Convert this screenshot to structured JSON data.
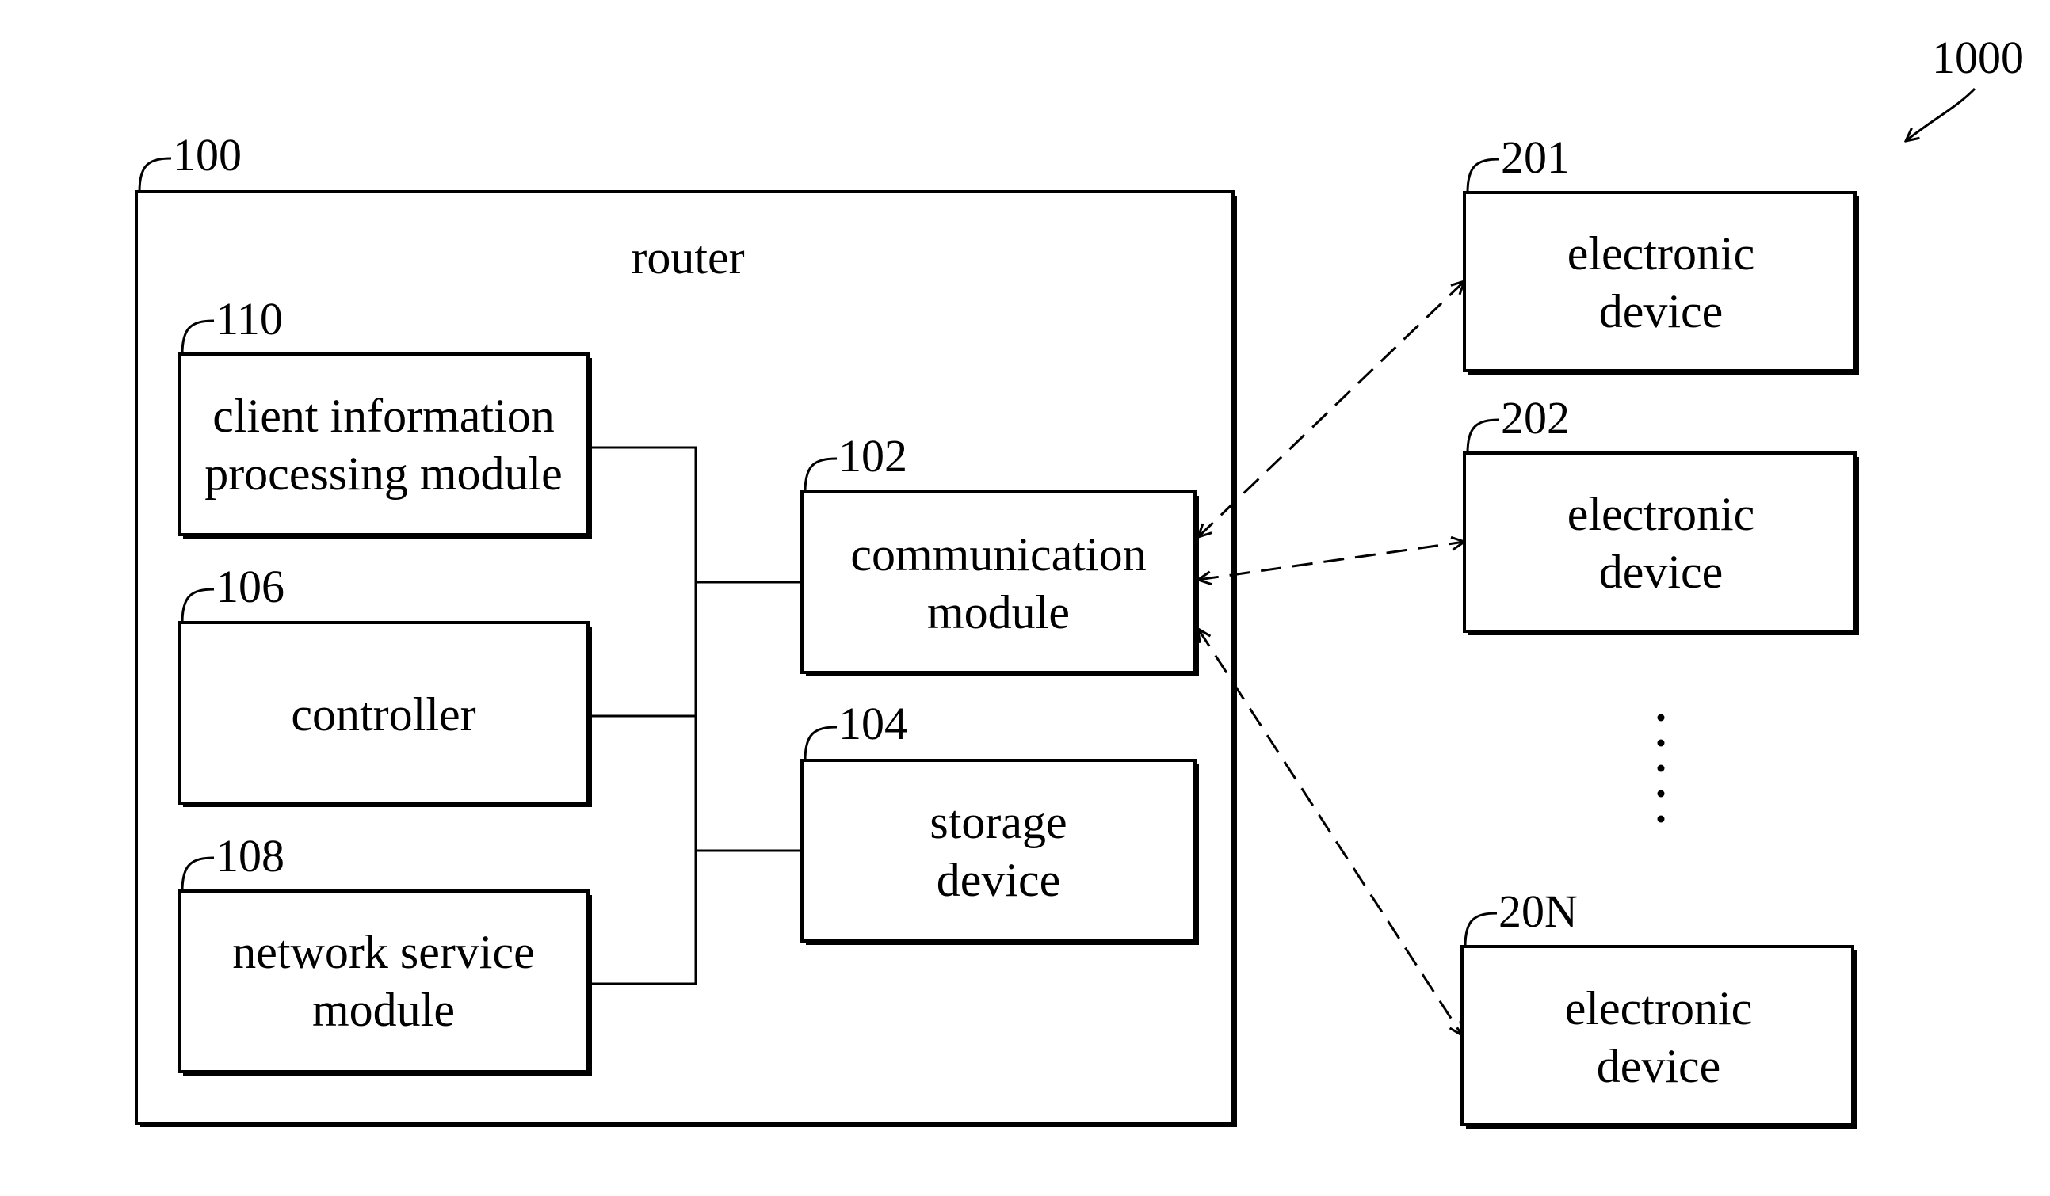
{
  "figure_ref": "1000",
  "router": {
    "ref": "100",
    "label": "router"
  },
  "modules": [
    {
      "id": "client",
      "ref": "110",
      "lines": [
        "client information",
        "processing module"
      ]
    },
    {
      "id": "controller",
      "ref": "106",
      "lines": [
        "controller"
      ]
    },
    {
      "id": "network",
      "ref": "108",
      "lines": [
        "network service",
        "module"
      ]
    },
    {
      "id": "comm",
      "ref": "102",
      "lines": [
        "communication",
        "module"
      ]
    },
    {
      "id": "storage",
      "ref": "104",
      "lines": [
        "storage",
        "device"
      ]
    }
  ],
  "devices": [
    {
      "id": "dev1",
      "ref": "201",
      "lines": [
        "electronic",
        "device"
      ]
    },
    {
      "id": "dev2",
      "ref": "202",
      "lines": [
        "electronic",
        "device"
      ]
    },
    {
      "id": "devN",
      "ref": "20N",
      "lines": [
        "electronic",
        "device"
      ]
    }
  ]
}
